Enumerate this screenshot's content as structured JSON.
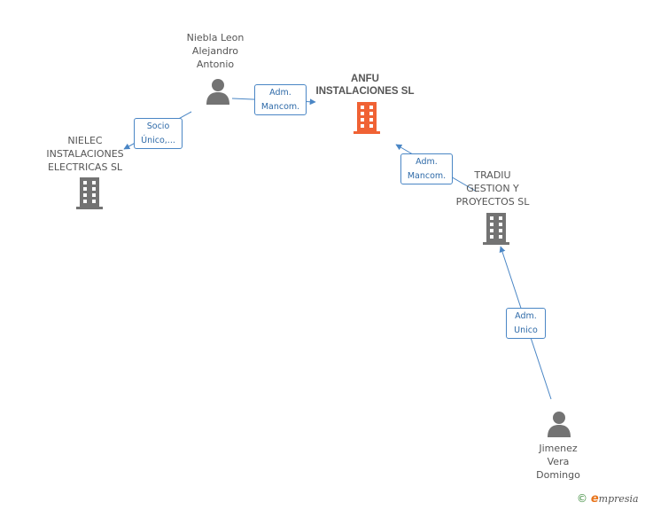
{
  "nodes": {
    "anfu": {
      "label": "ANFU\nINSTALACIONES SL",
      "type": "company",
      "color": "#f06234"
    },
    "niebla": {
      "label": "Niebla Leon\nAlejandro\nAntonio",
      "type": "person",
      "color": "#737373"
    },
    "nielec": {
      "label": "NIELEC\nINSTALACIONES\nELECTRICAS  SL",
      "type": "company",
      "color": "#737373"
    },
    "tradiu": {
      "label": "TRADIU\nGESTION Y\nPROYECTOS  SL",
      "type": "company",
      "color": "#737373"
    },
    "jimenez": {
      "label": "Jimenez\nVera\nDomingo",
      "type": "person",
      "color": "#737373"
    }
  },
  "relations": {
    "niebla_anfu": "Adm.\nMancom.",
    "niebla_nielec": "Socio\nÚnico,...",
    "tradiu_anfu": "Adm.\nMancom.",
    "jimenez_tradiu": "Adm.\nUnico"
  },
  "colors": {
    "edge": "#4a86c5",
    "company_focus": "#f06234",
    "node_gray": "#737373"
  },
  "footer": {
    "copyright_symbol": "©",
    "brand_initial": "e",
    "brand_rest": "mpresia"
  }
}
